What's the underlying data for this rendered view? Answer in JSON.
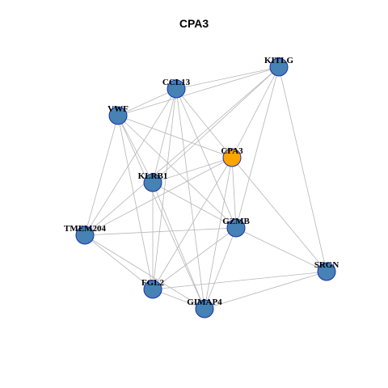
{
  "title": "CPA3",
  "colors": {
    "hub_node": "#FFA500",
    "node": "#4682B4",
    "node_border": "#1A2FB0",
    "edge": "#B5B5B5"
  },
  "nodes": [
    {
      "id": "KITLG",
      "label": "KITLG",
      "hub": false
    },
    {
      "id": "CCL13",
      "label": "CCL13",
      "hub": false
    },
    {
      "id": "VWF",
      "label": "VWF",
      "hub": false
    },
    {
      "id": "CPA3",
      "label": "CPA3",
      "hub": true
    },
    {
      "id": "KLRB1",
      "label": "KLRB1",
      "hub": false
    },
    {
      "id": "TMEM204",
      "label": "TMEM204",
      "hub": false
    },
    {
      "id": "GZMB",
      "label": "GZMB",
      "hub": false
    },
    {
      "id": "SRGN",
      "label": "SRGN",
      "hub": false
    },
    {
      "id": "FGL2",
      "label": "FGL2",
      "hub": false
    },
    {
      "id": "GIMAP4",
      "label": "GIMAP4",
      "hub": false
    }
  ],
  "edges": [
    [
      "KITLG",
      "CCL13"
    ],
    [
      "KITLG",
      "VWF"
    ],
    [
      "KITLG",
      "CPA3"
    ],
    [
      "KITLG",
      "KLRB1"
    ],
    [
      "KITLG",
      "TMEM204"
    ],
    [
      "KITLG",
      "GZMB"
    ],
    [
      "KITLG",
      "SRGN"
    ],
    [
      "CCL13",
      "VWF"
    ],
    [
      "CCL13",
      "CPA3"
    ],
    [
      "CCL13",
      "KLRB1"
    ],
    [
      "CCL13",
      "TMEM204"
    ],
    [
      "CCL13",
      "GZMB"
    ],
    [
      "CCL13",
      "FGL2"
    ],
    [
      "CCL13",
      "GIMAP4"
    ],
    [
      "VWF",
      "CPA3"
    ],
    [
      "VWF",
      "KLRB1"
    ],
    [
      "VWF",
      "TMEM204"
    ],
    [
      "VWF",
      "GZMB"
    ],
    [
      "VWF",
      "FGL2"
    ],
    [
      "VWF",
      "GIMAP4"
    ],
    [
      "CPA3",
      "KLRB1"
    ],
    [
      "CPA3",
      "TMEM204"
    ],
    [
      "CPA3",
      "GZMB"
    ],
    [
      "CPA3",
      "SRGN"
    ],
    [
      "CPA3",
      "FGL2"
    ],
    [
      "CPA3",
      "GIMAP4"
    ],
    [
      "KLRB1",
      "GZMB"
    ],
    [
      "KLRB1",
      "FGL2"
    ],
    [
      "KLRB1",
      "GIMAP4"
    ],
    [
      "TMEM204",
      "GZMB"
    ],
    [
      "TMEM204",
      "FGL2"
    ],
    [
      "TMEM204",
      "GIMAP4"
    ],
    [
      "GZMB",
      "SRGN"
    ],
    [
      "GZMB",
      "FGL2"
    ],
    [
      "GZMB",
      "GIMAP4"
    ],
    [
      "SRGN",
      "FGL2"
    ],
    [
      "SRGN",
      "GIMAP4"
    ],
    [
      "FGL2",
      "GIMAP4"
    ]
  ]
}
